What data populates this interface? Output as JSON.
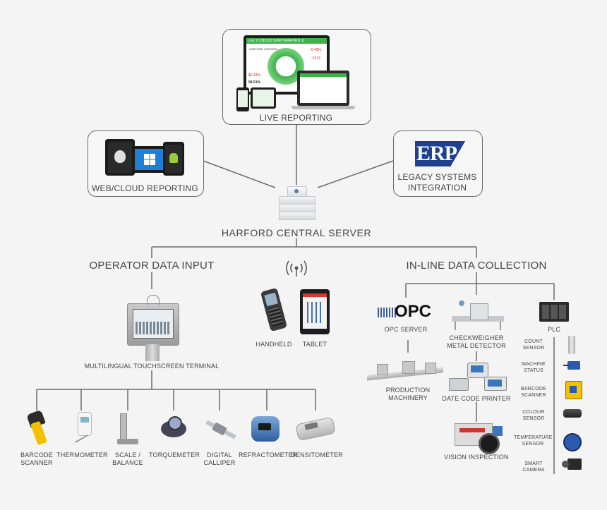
{
  "top_nodes": {
    "live_reporting": "LIVE REPORTING",
    "web_cloud": "WEB/CLOUD REPORTING",
    "legacy_line1": "LEGACY SYSTEMS",
    "legacy_line2": "INTEGRATION",
    "erp_logo_text": "ERP",
    "server": "HARFORD CENTRAL SERVER"
  },
  "dashboard": {
    "title": "Line 1 L091520 SEMI HARFORD JL",
    "brand": "HARFORD CONTROL",
    "stat1": "$2.43%",
    "stat2": "94.51%",
    "stat3": "-0.43%",
    "stat4": "-3373"
  },
  "branches": {
    "operator": "OPERATOR DATA INPUT",
    "inline": "IN-LINE DATA COLLECTION"
  },
  "operator": {
    "terminal": "MULTILINGUAL TOUCHSCREEN TERMINAL",
    "handheld": "HANDHELD",
    "tablet": "TABLET",
    "devices": [
      {
        "label": "BARCODE\nSCANNER"
      },
      {
        "label": "THERMOMETER"
      },
      {
        "label": "SCALE /\nBALANCE"
      },
      {
        "label": "TORQUEMETER"
      },
      {
        "label": "DIGITAL\nCALLIPER"
      },
      {
        "label": "REFRACTOMETER"
      },
      {
        "label": "DENSITOMETER"
      }
    ]
  },
  "inline": {
    "opc_server": "OPC SERVER",
    "opc_logo": "OPC",
    "checkweigher": "CHECKWEIGHER\nMETAL DETECTOR",
    "plc": "PLC",
    "production": "PRODUCTION\nMACHINERY",
    "date_code": "DATE CODE PRINTER",
    "vision": "VISION INSPECTION",
    "sensors": [
      {
        "label": "COUNT\nSENSOR"
      },
      {
        "label": "MACHINE\nSTATUS"
      },
      {
        "label": "BARCODE\nSCANNER"
      },
      {
        "label": "COLOUR\nSENSOR"
      },
      {
        "label": "TEMPERATURE\nSENSOR"
      },
      {
        "label": "SMART\nCAMERA"
      }
    ]
  },
  "colors": {
    "line": "#6b6b6b",
    "text": "#444444",
    "erp_blue": "#1f3f8f",
    "dashboard_green": "#3cb44a",
    "scanner_yellow": "#f2c200"
  }
}
